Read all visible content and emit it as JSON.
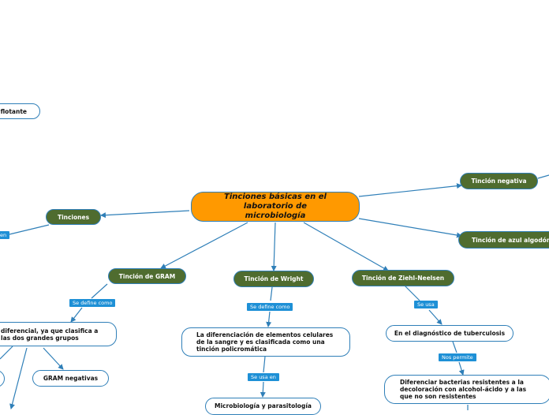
{
  "colors": {
    "connector": "#2f7fb8",
    "central": "#ff9900",
    "green_node": "#4f6c2f",
    "label_bg": "#1e90d6"
  },
  "central": {
    "title": "Tinciones básicas en el laboratorio de microbiología"
  },
  "nodes": {
    "tinciones": "Tinciones",
    "flotante": "c flotante",
    "tincion_negativa": "Tinción negativa",
    "tincion_azul": "Tinción de azul algodón c",
    "gram": "Tinción de GRAM",
    "wright": "Tinción de Wright",
    "ziehl": "Tinción de Ziehl-Neelsen",
    "gram_def": "diferencial, ya que clasifica a las dos grandes grupos",
    "gram_negativas": "GRAM negativas",
    "wright_def": "La diferenciación de elementos celulares de la sangre y es clasificada como una tinción policromática",
    "wright_uso": "Microbiología y parasitología",
    "ziehl_uso": "En el diagnóstico de tuberculosis",
    "ziehl_diff": "Diferenciar bacterias resistentes a la decoloración con alcohol-ácido y a las que no son resistentes"
  },
  "labels": {
    "en": "en",
    "gram_se_define": "Se define como",
    "wright_se_define": "Se define como",
    "wright_se_usa": "Se usa en",
    "ziehl_se_usa": "Se usa",
    "ziehl_nos_permite": "Nos permite"
  }
}
